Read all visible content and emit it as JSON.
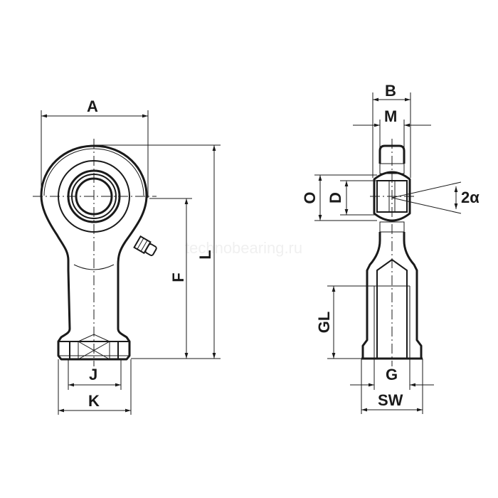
{
  "watermark": "technobearing.ru",
  "colors": {
    "line": "#1a1a1a",
    "background": "#ffffff",
    "watermark": "#f0f0f0"
  },
  "front_view": {
    "dimensions": {
      "A": "A",
      "F": "F",
      "L": "L",
      "J": "J",
      "K": "K"
    }
  },
  "section_view": {
    "dimensions": {
      "B": "B",
      "M": "M",
      "O": "O",
      "D": "D",
      "angle": "2α",
      "GL": "GL",
      "G": "G",
      "SW": "SW"
    }
  }
}
